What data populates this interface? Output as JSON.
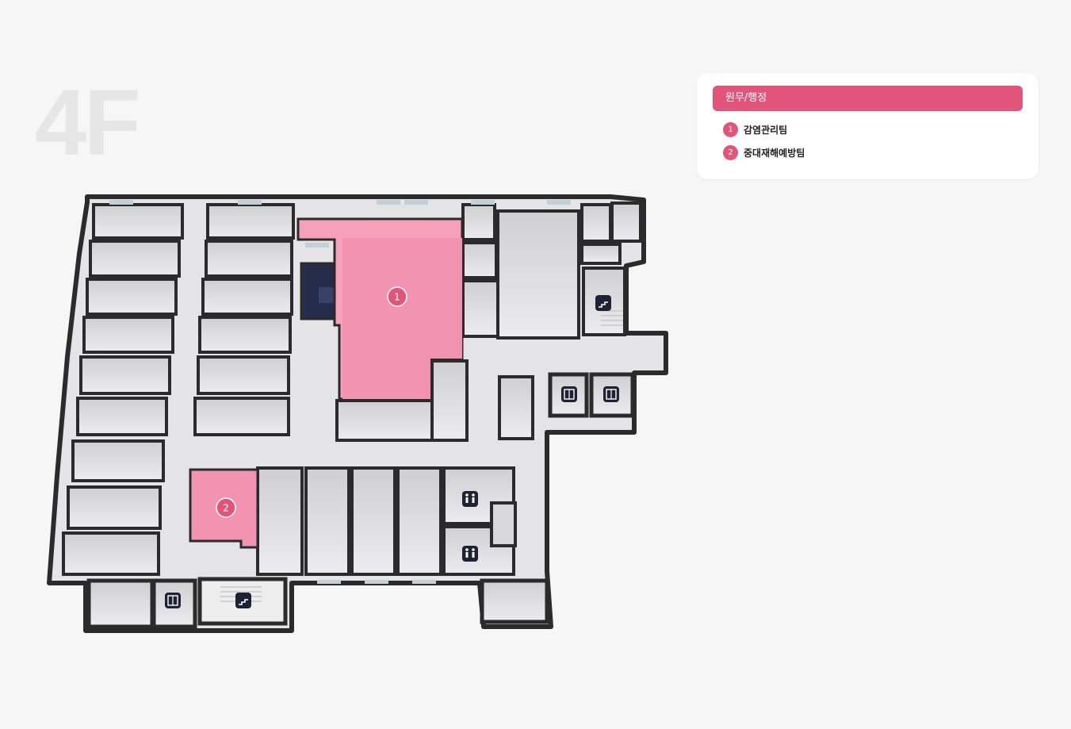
{
  "floor": {
    "label": "4F"
  },
  "legend": {
    "category": "원무/행정",
    "items": [
      {
        "num": "1",
        "name": "감염관리팀"
      },
      {
        "num": "2",
        "name": "중대재해예방팀"
      }
    ]
  },
  "rooms": [
    {
      "num": "1",
      "team": "감염관리팀"
    },
    {
      "num": "2",
      "team": "중대재해예방팀"
    }
  ],
  "colors": {
    "accent": "#e2557b",
    "room_highlight": "#f7a0bb",
    "wall": "#2c2c2c",
    "floor": "#e9e9eb",
    "icon_bg": "#1d2335"
  },
  "icons": [
    "stairs-icon",
    "elevator-icon",
    "restroom-icon"
  ]
}
